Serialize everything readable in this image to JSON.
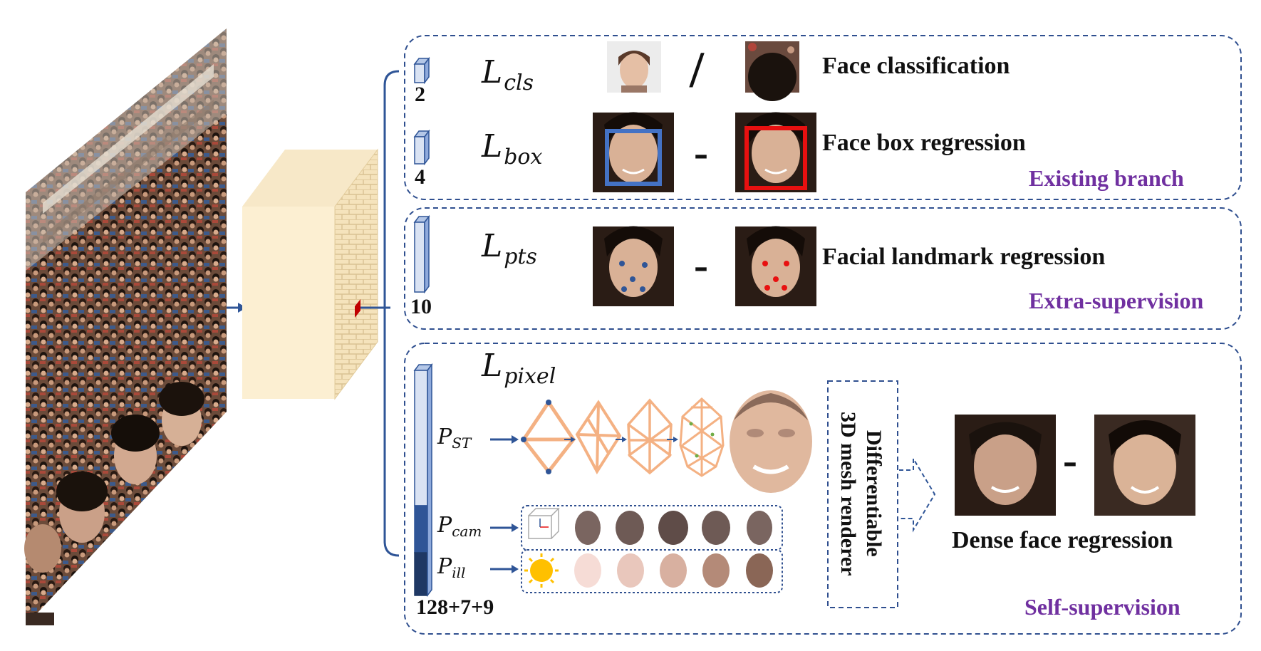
{
  "branches": {
    "cls": {
      "dim": "2",
      "loss_symbol": "L",
      "loss_sub": "cls",
      "task": "Face classification"
    },
    "box": {
      "dim": "4",
      "loss_symbol": "L",
      "loss_sub": "box",
      "task": "Face box regression"
    },
    "existing_label": "Existing branch",
    "pts": {
      "dim": "10",
      "loss_symbol": "L",
      "loss_sub": "pts",
      "task": "Facial landmark regression"
    },
    "extra_label": "Extra-supervision",
    "pixel": {
      "dim": "128+7+9",
      "loss_symbol": "L",
      "loss_sub": "pixel",
      "task": "Dense face regression"
    },
    "self_label": "Self-supervision"
  },
  "params": {
    "st": {
      "symbol": "P",
      "sub": "ST"
    },
    "cam": {
      "symbol": "P",
      "sub": "cam"
    },
    "ill": {
      "symbol": "P",
      "sub": "ill"
    }
  },
  "renderer": {
    "line1": "Differentiable",
    "line2": "3D mesh renderer"
  },
  "operators": {
    "slash": "/",
    "minus": "-"
  },
  "colors": {
    "box_border": "#2f4f8f",
    "purple": "#7030a0",
    "gt_box": "#e81010",
    "pred_box": "#4472c4"
  }
}
